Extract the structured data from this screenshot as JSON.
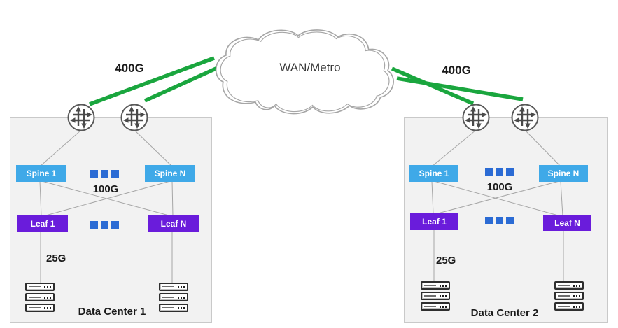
{
  "wan": {
    "label": "WAN/Metro"
  },
  "datacenters": [
    {
      "name": "Data Center 1",
      "wan_link_speed": "400G",
      "fabric_link_speed": "100G",
      "server_link_speed": "25G",
      "spines": [
        "Spine 1",
        "Spine N"
      ],
      "leaves": [
        "Leaf 1",
        "Leaf N"
      ]
    },
    {
      "name": "Data Center 2",
      "wan_link_speed": "400G",
      "fabric_link_speed": "100G",
      "server_link_speed": "25G",
      "spines": [
        "Spine 1",
        "Spine N"
      ],
      "leaves": [
        "Leaf 1",
        "Leaf N"
      ]
    }
  ],
  "icons": {
    "router": "circle-with-four-arrows",
    "server": "rack-server-stack",
    "ellipsis": "three-blue-squares",
    "cloud": "double-outline-cloud"
  },
  "colors": {
    "green-link": "#1AA63E",
    "spine-blue": "#3FA9E8",
    "leaf-purple": "#6A1CDB",
    "dot-blue": "#2B6BD4",
    "dc-bg": "#F2F2F2",
    "dc-border": "#C9C9C9",
    "line-gray": "#A6A6A6",
    "cloud-gray": "#A6A6A6"
  }
}
